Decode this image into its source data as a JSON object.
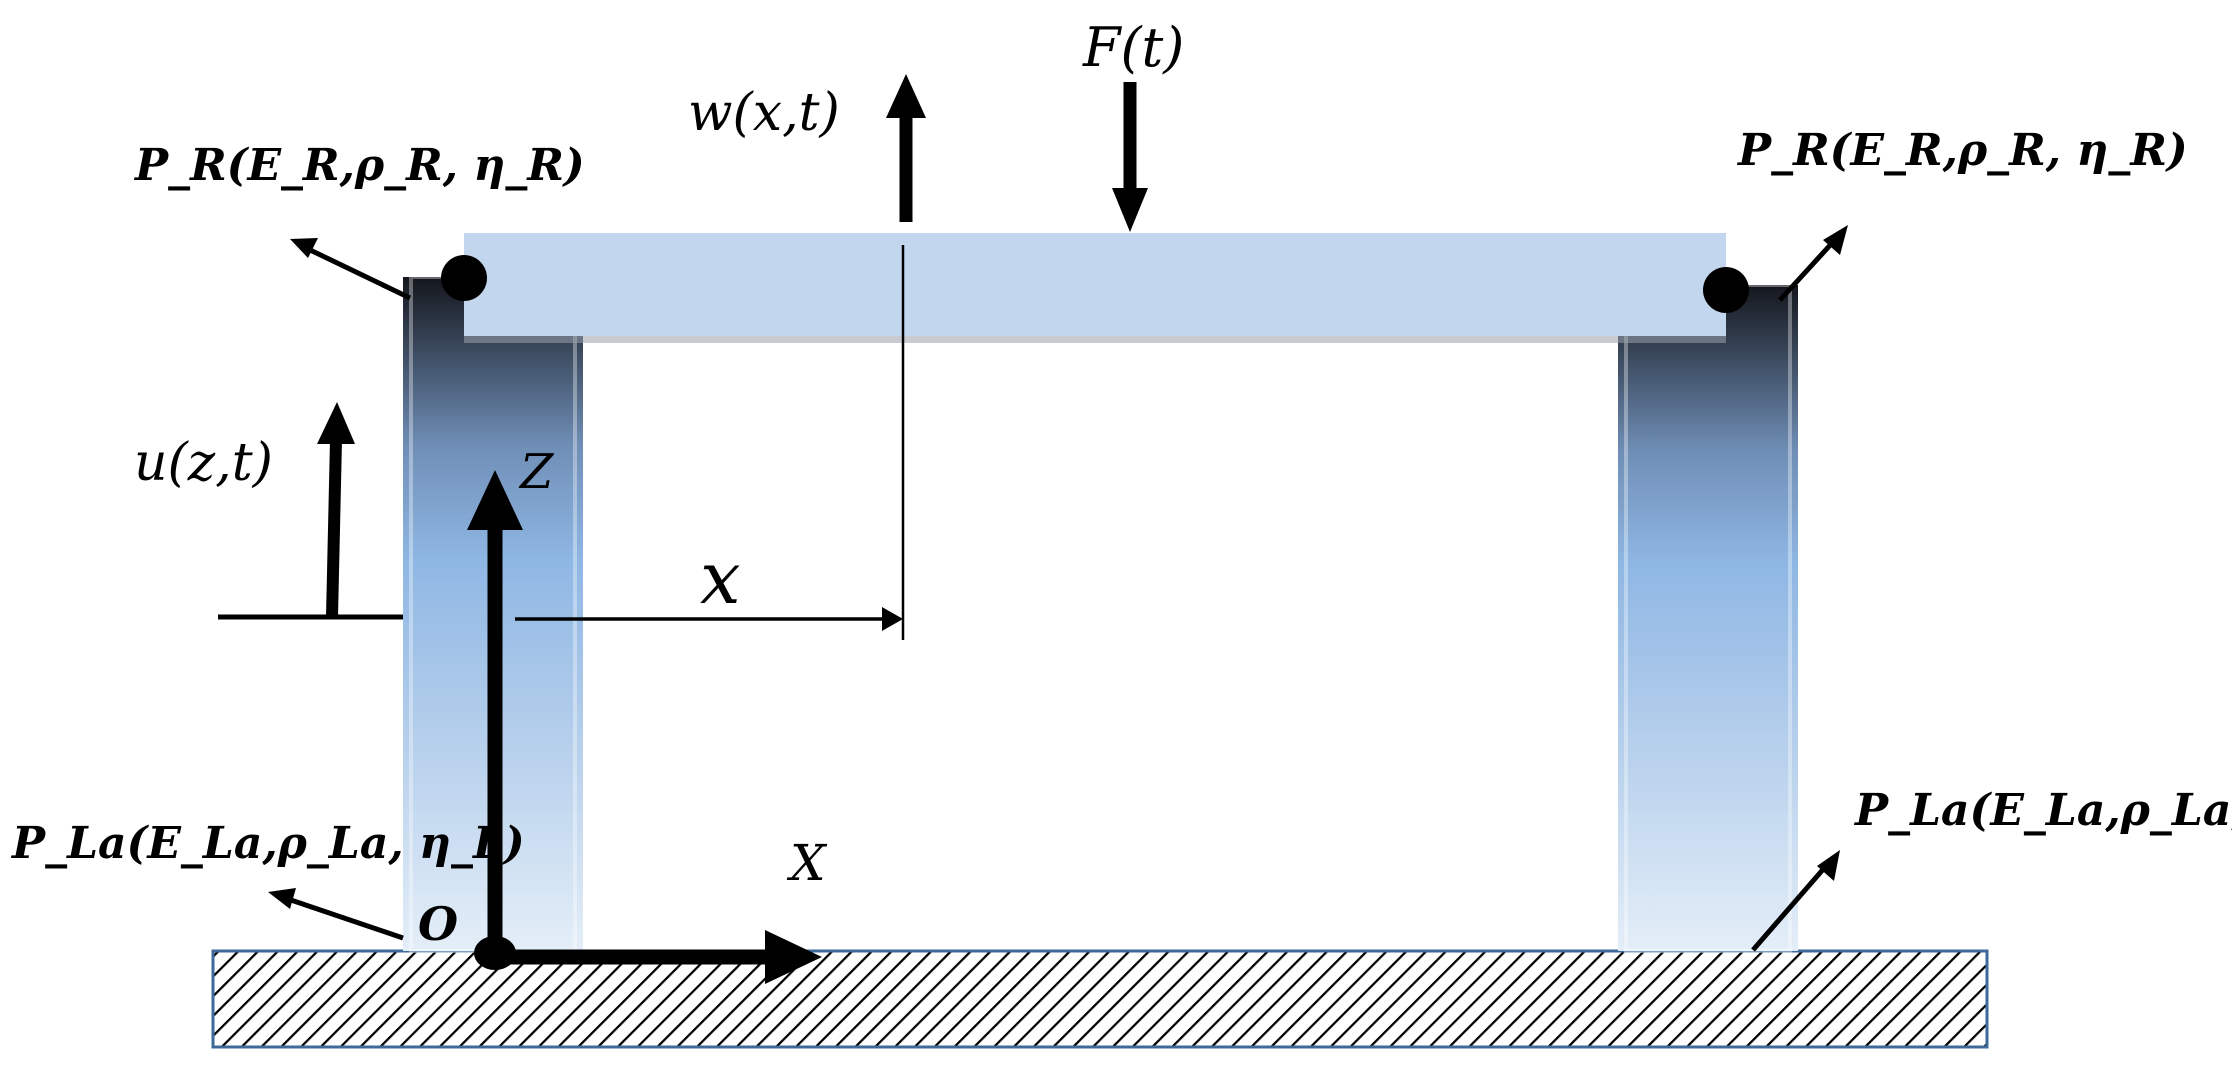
{
  "labels": {
    "force": "F(t)",
    "beam_deflection": "w(x,t)",
    "column_displacement": "u(z,t)",
    "x_distance": "x",
    "axis_z": "Z",
    "axis_x": "X",
    "origin": "O",
    "joint_left": "P_R(E_R,ρ_R, η_R)",
    "joint_right": "P_R(E_R,ρ_R, η_R)",
    "base_left": "P_La(E_La,ρ_La, η_L)",
    "base_right": "P_La(E_La,ρ_La, η_L)"
  },
  "colors": {
    "beam": "#c2d6ee",
    "column_dark": "#14161c",
    "column_mid": "#8fb7e4",
    "column_light": "#e4eef8",
    "ground_border": "#3d6a99",
    "hatch": "#000000"
  }
}
